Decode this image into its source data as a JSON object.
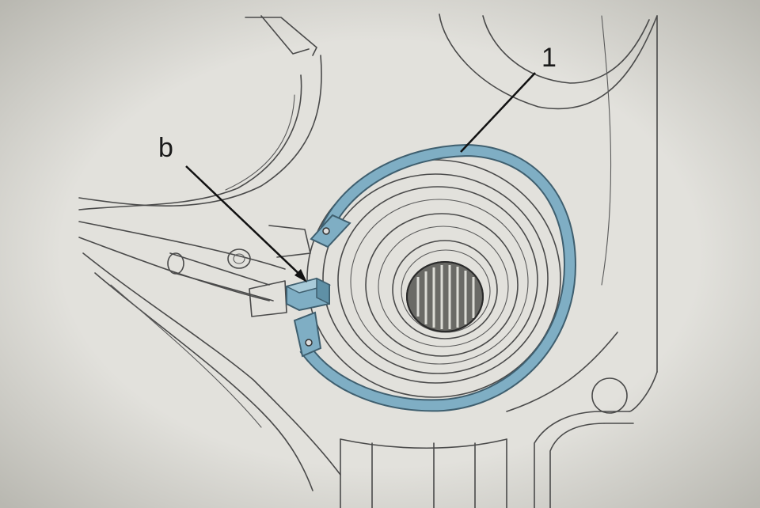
{
  "callouts": [
    {
      "id": "1",
      "label": "1"
    },
    {
      "id": "b",
      "label": "b"
    }
  ],
  "colors": {
    "background": "#d9d8d2",
    "highlight": "#7faec4",
    "highlight_dark": "#3f7f9b",
    "linework": "#4a4a4a"
  }
}
